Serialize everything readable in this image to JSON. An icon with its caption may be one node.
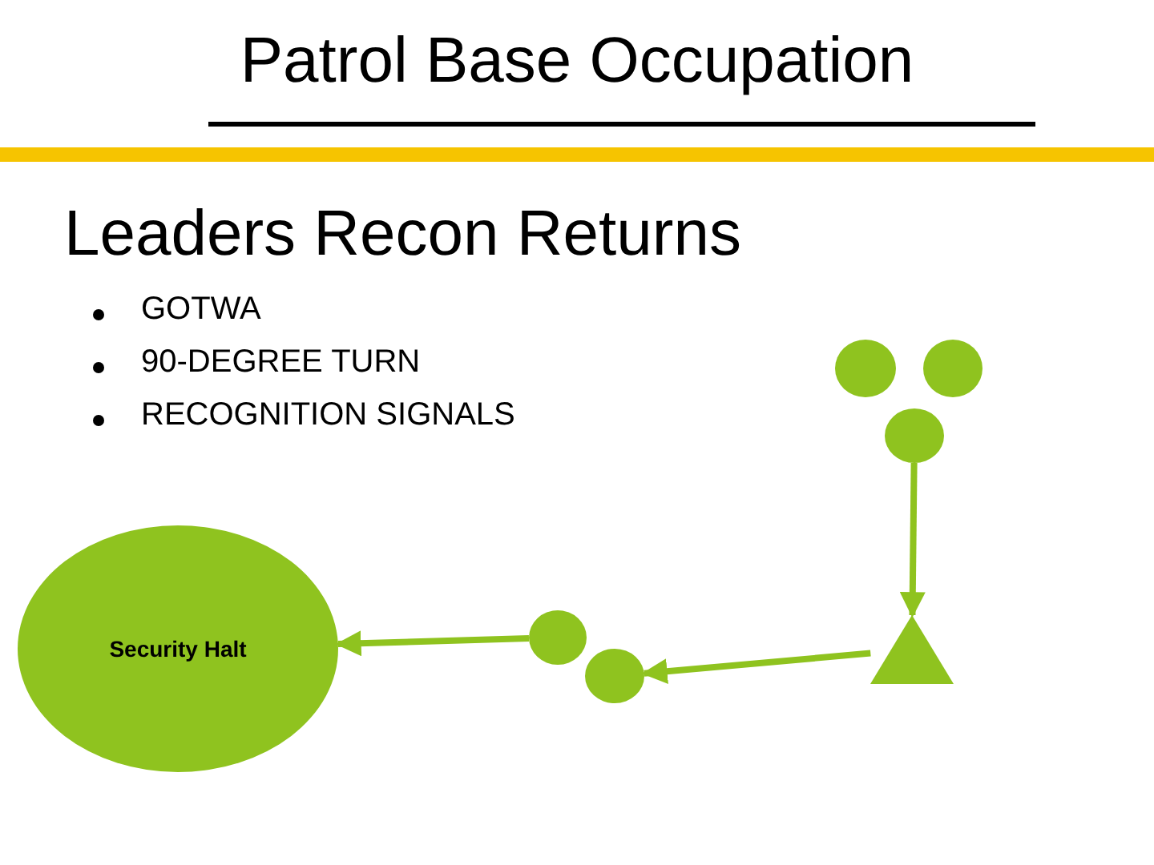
{
  "diagram": {
    "title": "Patrol Base Occupation",
    "nodes": [
      {
        "text": [],
        "shape": "circle"
      },
      {
        "text": [],
        "shape": "circle"
      },
      {
        "text": [],
        "shape": "circle"
      },
      {
        "text": [
          "Security Halt"
        ]
      },
      {
        "text": [],
        "shape": "circle"
      },
      {
        "text": [],
        "shape": "circle"
      },
      {
        "text": [],
        "shape": "triangle"
      }
    ],
    "edges": [
      {
        "from": 2,
        "to": 6,
        "arrow": "to"
      },
      {
        "from": 6,
        "to": 5,
        "arrow": "to"
      },
      {
        "from": 4,
        "to": 3,
        "arrow": "to"
      }
    ],
    "labels": [
      "Leaders Recon Returns",
      "GOTWA",
      "90-DEGREE TURN",
      "RECOGNITION SIGNALS"
    ]
  }
}
